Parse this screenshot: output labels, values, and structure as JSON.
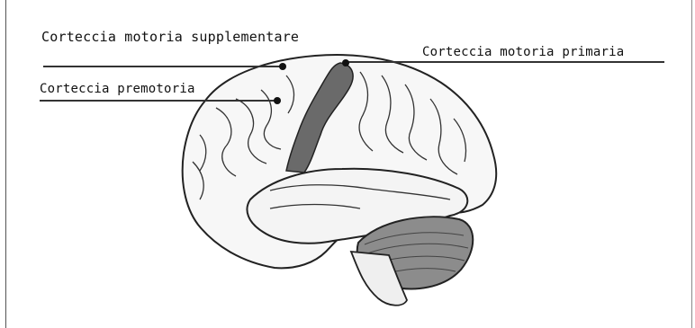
{
  "figure": {
    "labels": {
      "supplementary_motor_cortex": "Corteccia motoria supplementare",
      "primary_motor_cortex": "Corteccia motoria primaria",
      "premotor_cortex": "Corteccia premotoria"
    },
    "colors": {
      "ink": "#111111",
      "line": "#333333",
      "cortex_fill": "#f7f7f7",
      "primary_motor_shade": "#6a6a6a",
      "cerebellum_shade": "#8c8c8c"
    }
  }
}
